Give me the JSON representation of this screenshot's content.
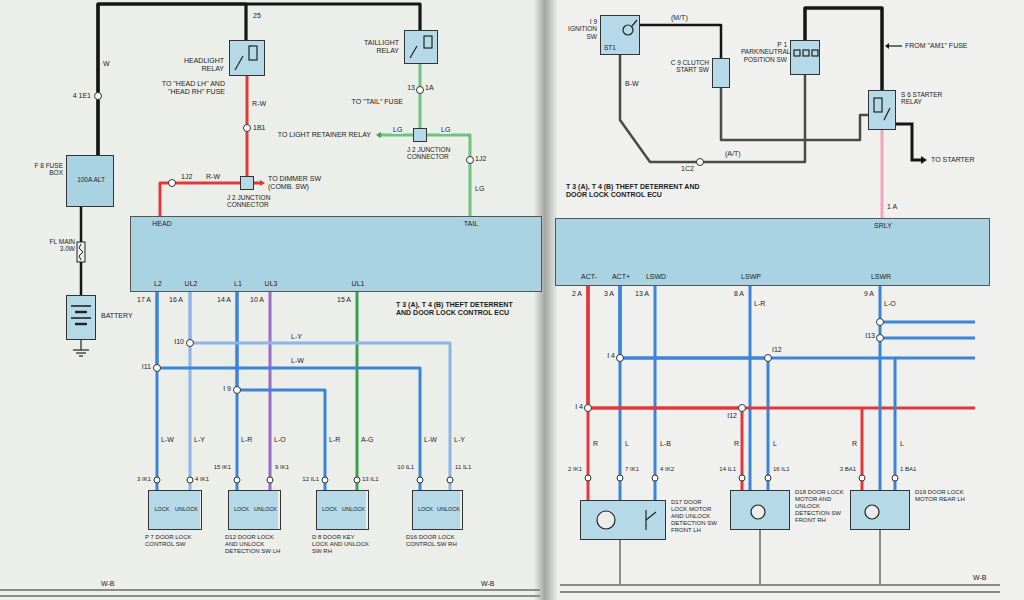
{
  "diagram": {
    "nodes": [
      {
        "text": [
          "HEADLIGHT RELAY"
        ]
      },
      {
        "text": [
          "TAILLIGHT RELAY"
        ]
      },
      {
        "text": [
          "J 2 JUNCTION CONNECTOR"
        ]
      },
      {
        "text": [
          "J 2 JUNCTION CONNECTOR"
        ]
      },
      {
        "text": [
          "100A ALT",
          "F 8 FUSE BOX"
        ]
      },
      {
        "text": [
          "BATTERY"
        ]
      },
      {
        "text": [
          "HEAD",
          "TAIL",
          "L2",
          "UL2",
          "L1",
          "UL3",
          "UL1",
          "T 3 (A), T 4 (B) THEFT DETERRENT AND DOOR LOCK CONTROL ECU"
        ]
      },
      {
        "text": [
          "LOCK",
          "UNLOCK",
          "P 7 DOOR LOCK CONTROL SW"
        ]
      },
      {
        "text": [
          "LOCK",
          "UNLOCK",
          "D12 DOOR LOCK AND UNLOCK DETECTION SW LH"
        ]
      },
      {
        "text": [
          "LOCK",
          "UNLOCK",
          "D 8 DOOR KEY LOCK AND UNLOCK SW RH"
        ]
      },
      {
        "text": [
          "LOCK",
          "UNLOCK",
          "D16 DOOR LOCK CONTROL SW RH"
        ]
      },
      {
        "text": [
          "ST1",
          "I 9 IGNITION SW"
        ]
      },
      {
        "text": [
          "C 9 CLUTCH START SW"
        ]
      },
      {
        "text": [
          "P 1 PARK/NEUTRAL POSITION SW"
        ]
      },
      {
        "text": [
          "S 6 STARTER RELAY"
        ]
      },
      {
        "text": [
          "SRLY",
          "ACT-",
          "ACT+",
          "LSWD",
          "LSWP",
          "LSWR",
          "T 3 (A), T 4 (B) THEFT DETERRENT AND DOOR LOCK CONTROL ECU"
        ]
      },
      {
        "text": [
          "D17 DOOR LOCK MOTOR AND UNLOCK DETECTION SW FRONT LH"
        ]
      },
      {
        "text": [
          "D18 DOOR LOCK MOTOR AND UNLOCK DETECTION SW FRONT RH"
        ]
      },
      {
        "text": [
          "D19 DOOR LOCK MOTOR REAR LH"
        ]
      }
    ],
    "edges": [
      {
        "from": 4,
        "to": 0,
        "arrow": "none"
      },
      {
        "from": 4,
        "to": 1,
        "arrow": "none"
      },
      {
        "from": 5,
        "to": 4,
        "arrow": "none"
      },
      {
        "from": 0,
        "to": 2,
        "arrow": "none"
      },
      {
        "from": 2,
        "to": 6,
        "arrow": "none"
      },
      {
        "from": 1,
        "to": 3,
        "arrow": "none"
      },
      {
        "from": 3,
        "to": 6,
        "arrow": "none"
      },
      {
        "from": 6,
        "to": 7,
        "arrow": "none"
      },
      {
        "from": 6,
        "to": 7,
        "arrow": "none"
      },
      {
        "from": 6,
        "to": 8,
        "arrow": "none"
      },
      {
        "from": 6,
        "to": 8,
        "arrow": "none"
      },
      {
        "from": 6,
        "to": 9,
        "arrow": "none"
      },
      {
        "from": 6,
        "to": 9,
        "arrow": "none"
      },
      {
        "from": 6,
        "to": 10,
        "arrow": "none"
      },
      {
        "from": 6,
        "to": 10,
        "arrow": "none"
      },
      {
        "from": 11,
        "to": 12,
        "arrow": "none"
      },
      {
        "from": 11,
        "to": 13,
        "arrow": "none"
      },
      {
        "from": 12,
        "to": 14,
        "arrow": "none"
      },
      {
        "from": 13,
        "to": 14,
        "arrow": "none"
      },
      {
        "from": 14,
        "to": 15,
        "arrow": "none"
      },
      {
        "from": 15,
        "to": 16,
        "arrow": "none"
      },
      {
        "from": 15,
        "to": 16,
        "arrow": "none"
      },
      {
        "from": 15,
        "to": 16,
        "arrow": "none"
      },
      {
        "from": 15,
        "to": 17,
        "arrow": "none"
      },
      {
        "from": 15,
        "to": 17,
        "arrow": "none"
      },
      {
        "from": 15,
        "to": 17,
        "arrow": "none"
      },
      {
        "from": 15,
        "to": 18,
        "arrow": "none"
      },
      {
        "from": 15,
        "to": 18,
        "arrow": "none"
      },
      {
        "from": 15,
        "to": 18,
        "arrow": "none"
      }
    ],
    "labels": [
      "25",
      "W",
      "4 1E1",
      "TO \"HEAD LH\" AND \"HEAD RH\" FUSE",
      "TO \"TAIL\" FUSE",
      "R-W",
      "1B1",
      "TO DIMMER SW (COMB. SW)",
      "R-W",
      "1J2",
      "TO LIGHT RETAINER RELAY",
      "LG",
      "13",
      "1A",
      "LG",
      "1J2",
      "LG",
      "FL MAIN 3.0W",
      "17 A",
      "16 A",
      "14 A",
      "10 A",
      "15 A",
      "I11",
      "I10",
      "I 9",
      "L-Y",
      "L-W",
      "L-W",
      "L-Y",
      "L-R",
      "L-O",
      "L-R",
      "A-G",
      "L-W",
      "L-Y",
      "3 IK1",
      "4 IK1",
      "15 IK1",
      "9 IK1",
      "12 IL1",
      "13 IL1",
      "10 IL1",
      "11 IL1",
      "W-B",
      "W-B",
      "(M/T)",
      "B-W",
      "(A/T)",
      "1C2",
      "FROM \"AM1\" FUSE",
      "TO STARTER",
      "1 A",
      "2 A",
      "3 A",
      "13 A",
      "8 A",
      "9 A",
      "L-R",
      "L-O",
      "I 4",
      "I 4",
      "I12",
      "I12",
      "I13",
      "R",
      "L",
      "L-B",
      "R",
      "L",
      "R",
      "L",
      "2 IK1",
      "7 IK1",
      "4 IK2",
      "14 IL1",
      "16 IL1",
      "3 BA1",
      "1 BA1",
      "W-B"
    ]
  }
}
